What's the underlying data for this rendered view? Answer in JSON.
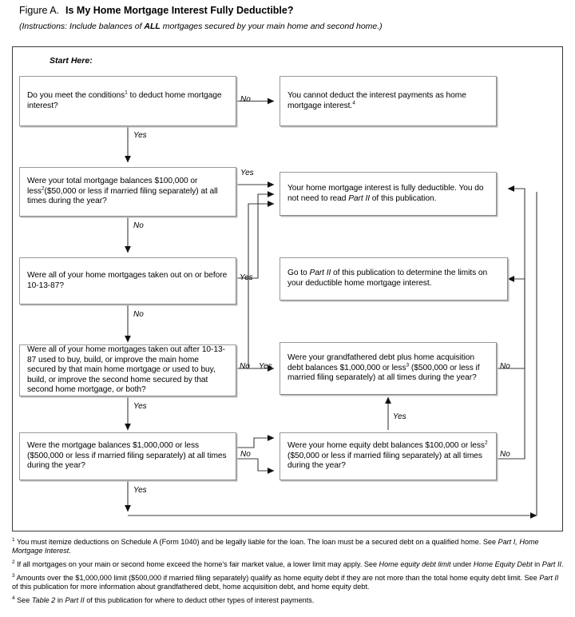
{
  "header": {
    "figure_label": "Figure A.",
    "title": "Is My Home Mortgage Interest Fully Deductible?",
    "instructions_prefix": "(Instructions: Include balances of ",
    "instructions_bold": "ALL",
    "instructions_suffix": " mortgages secured by your main home and second home.)"
  },
  "chart_data": {
    "type": "flowchart",
    "title": "Is My Home Mortgage Interest Fully Deductible?",
    "start_label": "Start Here:",
    "nodes": [
      {
        "id": "q1",
        "kind": "decision",
        "text_parts": [
          "Do you meet the conditions",
          "1",
          " to deduct home mortgage interest?"
        ]
      },
      {
        "id": "r-nodeduct",
        "kind": "terminal",
        "text_parts": [
          "You cannot deduct the interest payments as home mortgage interest.",
          "4",
          ""
        ]
      },
      {
        "id": "q2",
        "kind": "decision",
        "text_parts": [
          "Were your total mortgage balances $100,000 or less",
          "2",
          " ($50,000 or less if married filing separately) at all times during the year?"
        ]
      },
      {
        "id": "r-fully",
        "kind": "terminal",
        "text_parts": [
          "Your home mortgage interest is fully deductible. You do not need to read ",
          "Part II",
          " of this publication."
        ]
      },
      {
        "id": "q3",
        "kind": "decision",
        "text_parts": [
          "Were all of your home mortgages taken out on or before 10-13-87?"
        ]
      },
      {
        "id": "r-partii",
        "kind": "terminal",
        "text_parts": [
          "Go to ",
          "Part II",
          " of this publication to determine the limits on your deductible home mortgage interest."
        ]
      },
      {
        "id": "q4",
        "kind": "decision",
        "text_parts": [
          "Were all of your home mortgages taken out after 10-13-87 used to buy, build, or improve the main home secured by that main home mortgage ",
          "or",
          " used to buy, build, or improve the second home secured by that second home mortgage, ",
          "or",
          " both?"
        ]
      },
      {
        "id": "q5",
        "kind": "decision",
        "text_parts": [
          "Were your grandfathered debt plus home acquisition debt balances $1,000,000 or less",
          "3",
          " ($500,000 or less if married filing separately) at all times during the year?"
        ]
      },
      {
        "id": "q6",
        "kind": "decision",
        "text_parts": [
          "Were the mortgage balances $1,000,000 or less ($500,000 or less if married filing separately) at all times during the year?"
        ]
      },
      {
        "id": "q7",
        "kind": "decision",
        "text_parts": [
          "Were your home equity debt balances $100,000 or less",
          "2",
          " ($50,000 or less if married filing separately) at all times during the year?"
        ]
      }
    ],
    "edges": [
      {
        "from": "q1",
        "to": "r-nodeduct",
        "label": "No"
      },
      {
        "from": "q1",
        "to": "q2",
        "label": "Yes"
      },
      {
        "from": "q2",
        "to": "r-fully",
        "label": "Yes"
      },
      {
        "from": "q2",
        "to": "q3",
        "label": "No"
      },
      {
        "from": "q3",
        "to": "r-fully",
        "label": "Yes"
      },
      {
        "from": "q3",
        "to": "q4",
        "label": "No"
      },
      {
        "from": "q4",
        "to": "q5",
        "label": "No"
      },
      {
        "from": "q4",
        "to": "q6",
        "label": "Yes"
      },
      {
        "from": "q5",
        "to": "r-fully",
        "label": "Yes"
      },
      {
        "from": "q5",
        "to": "r-partii",
        "label": "No"
      },
      {
        "from": "q6",
        "to": "q7",
        "label": "No"
      },
      {
        "from": "q6",
        "to": "q7",
        "label": "Yes"
      },
      {
        "from": "q7",
        "to": "r-partii",
        "label": "No"
      },
      {
        "from": "q7",
        "to": "q5",
        "label": "Yes"
      }
    ],
    "edge_labels": {
      "q1_no": "No",
      "q1_yes": "Yes",
      "q2_yes": "Yes",
      "q2_no": "No",
      "q3_yes": "Yes",
      "q3_no": "No",
      "q4_no": "No",
      "q4_yes": "Yes",
      "q5_yes": "Yes",
      "q5_no": "No",
      "q6_no": "No",
      "q6_yes": "Yes",
      "q7_no": "No",
      "q7_yes": "Yes"
    }
  },
  "boxes": {
    "q1": {
      "t1": "Do you meet the conditions",
      "sup": "1",
      "t2": " to deduct home mortgage interest?"
    },
    "no_deduct": {
      "t1": "You cannot deduct the interest payments as home mortgage interest.",
      "sup": "4"
    },
    "q2": {
      "t1": "Were your total mortgage balances $100,000 or less",
      "sup": "2",
      "t2": "($50,000 or less if married filing separately) at all times during the year?"
    },
    "fully": {
      "t1": "Your home mortgage interest is fully deductible. You do not need to read ",
      "em": "Part II",
      "t2": " of this publication."
    },
    "q3": {
      "t1": "Were all of your home mortgages taken out on or before 10-13-87?"
    },
    "partii": {
      "t1": "Go to ",
      "em": "Part II",
      "t2": " of this publication to determine the limits on your deductible home mortgage interest."
    },
    "q4": {
      "t1": "Were all of your home mortgages taken out after 10-13-87 used to buy, build, or improve the main home secured by that main home mortgage ",
      "em1": "or",
      "t2": " used to buy, build, or improve the second home secured by that second home mortgage, ",
      "em2": "or",
      "t3": " both?"
    },
    "q5": {
      "t1": "Were your grandfathered debt plus home acquisition debt balances $1,000,000 or less",
      "sup": "3",
      "t2": " ($500,000 or less if married filing separately) at all times during the year?"
    },
    "q6": {
      "t1": "Were the mortgage balances $1,000,000 or less ($500,000 or less if married filing separately) at all times during the year?"
    },
    "q7": {
      "t1": "Were your home equity debt balances $100,000 or less",
      "sup": "2",
      "t2": " ($50,000 or less if married filing separately) at all times during the year?"
    }
  },
  "footnotes": [
    {
      "marker": "1",
      "t1": "You must itemize deductions on Schedule A (Form 1040) and be legally liable for the loan. The loan must be a secured debt on a qualified home. See ",
      "em1": "Part I, Home Mortgage Interest",
      "t2": "."
    },
    {
      "marker": "2",
      "t1": "If all mortgages on your main or second home exceed the home's fair market value, a lower limit may apply. See ",
      "em1": "Home equity debt limit",
      "t2": " under ",
      "em2": "Home Equity Debt",
      "t3": " in ",
      "em3": "Part II",
      "t4": "."
    },
    {
      "marker": "3",
      "t1": "Amounts over the $1,000,000 limit ($500,000 if married filing separately) qualify as home equity debt if they are not more than the total home equity debt limit. See ",
      "em1": "Part II",
      "t2": " of this publication for more information about grandfathered debt, home acquisition debt, and home equity debt."
    },
    {
      "marker": "4",
      "t1": "See ",
      "em1": "Table 2",
      "t2": " in ",
      "em2": "Part II",
      "t3": " of this publication for where to deduct other types of interest payments."
    }
  ],
  "colors": {
    "frame": "#3a3a3a",
    "box_border": "#8a8a8a",
    "box_shadow": "#b9b9b9",
    "wire": "#3d3d3d",
    "text": "#000000"
  }
}
